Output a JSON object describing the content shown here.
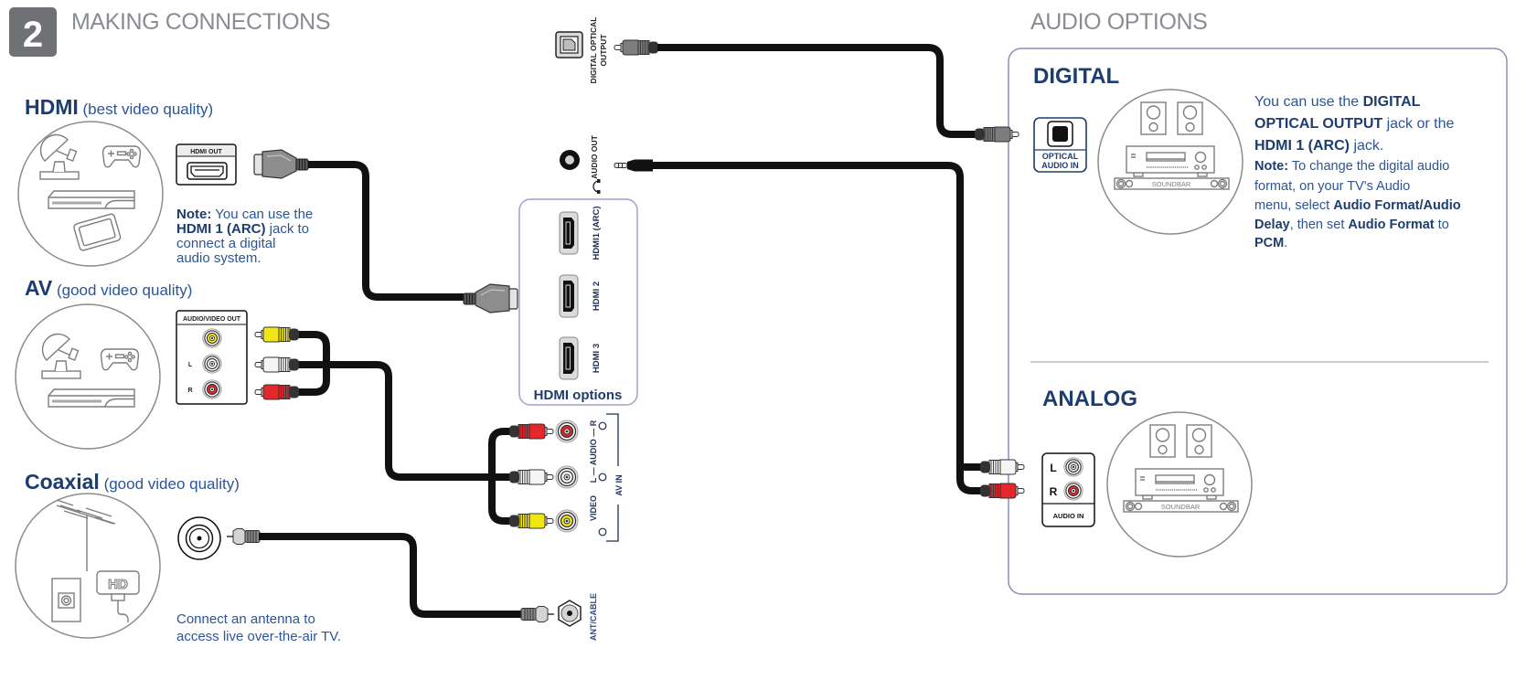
{
  "header": {
    "step_number": "2",
    "title": "MAKING CONNECTIONS"
  },
  "hdmi": {
    "title": "HDMI",
    "subtitle": "(best video quality)",
    "devices": [
      "satellite-receiver",
      "game-console",
      "media-player",
      "tablet"
    ],
    "port_label": "HDMI OUT",
    "note": [
      [
        {
          "text": "Note:",
          "bold": true
        },
        {
          "text": " You can use the",
          "bold": false
        }
      ],
      [
        {
          "text": "HDMI 1 (ARC)",
          "bold": true
        },
        {
          "text": " jack to",
          "bold": false
        }
      ],
      [
        {
          "text": "connect a digital",
          "bold": false
        }
      ],
      [
        {
          "text": "audio system.",
          "bold": false
        }
      ]
    ]
  },
  "av": {
    "title": "AV",
    "subtitle": "(good video quality)",
    "devices": [
      "satellite-receiver",
      "game-console",
      "media-player"
    ],
    "port_label": "AUDIO/VIDEO OUT",
    "jack_labels": {
      "left": "L",
      "right": "R"
    }
  },
  "coaxial": {
    "title": "Coaxial",
    "subtitle": "(good video quality)",
    "devices": [
      "outdoor-antenna",
      "wall-outlet",
      "hd-antenna"
    ],
    "hd_badge": "HD",
    "description": [
      "Connect an antenna to",
      "access live over-the-air TV."
    ]
  },
  "tv_panel": {
    "optical_label": [
      "DIGITAL OPTICAL",
      "OUTPUT"
    ],
    "audio_out_label": "AUDIO OUT",
    "hdmi_ports": [
      "HDMI1 (ARC)",
      "HDMI 2",
      "HDMI 3"
    ],
    "hdmi_options_caption": "HDMI options",
    "av_in": {
      "audio_label": "L — AUDIO — R",
      "video_label": "VIDEO",
      "group_label": "AV IN"
    },
    "ant_cable_label": "ANT/CABLE"
  },
  "audio_options": {
    "title": "AUDIO OPTIONS",
    "digital": {
      "title": "DIGITAL",
      "port_label": [
        "OPTICAL",
        "AUDIO IN"
      ],
      "device_label": "SOUNDBAR",
      "description": [
        [
          {
            "text": "You can use the ",
            "bold": false
          },
          {
            "text": "DIGITAL",
            "bold": true
          }
        ],
        [
          {
            "text": "OPTICAL OUTPUT",
            "bold": true
          },
          {
            "text": " jack or the",
            "bold": false
          }
        ],
        [
          {
            "text": "HDMI 1 (ARC)",
            "bold": true
          },
          {
            "text": " jack.",
            "bold": false
          }
        ],
        [
          {
            "text": "Note:",
            "bold": true
          },
          {
            "text": " To change the digital audio",
            "bold": false
          }
        ],
        [
          {
            "text": "format, on your TV's Audio",
            "bold": false
          }
        ],
        [
          {
            "text": "menu, select ",
            "bold": false
          },
          {
            "text": "Audio Format/Audio",
            "bold": true
          }
        ],
        [
          {
            "text": "Delay",
            "bold": true
          },
          {
            "text": ", then set ",
            "bold": false
          },
          {
            "text": "Audio Format",
            "bold": true
          },
          {
            "text": " to",
            "bold": false
          }
        ],
        [
          {
            "text": "PCM",
            "bold": true
          },
          {
            "text": ".",
            "bold": false
          }
        ]
      ]
    },
    "analog": {
      "title": "ANALOG",
      "port_label": "AUDIO IN",
      "jack_labels": {
        "left": "L",
        "right": "R"
      },
      "device_label": "SOUNDBAR"
    }
  },
  "colors": {
    "heading-blue": "#1c3d6e",
    "body-blue": "#2c5596",
    "title-gray": "#898c91",
    "step-badge": "#6f7175",
    "panel-border": "#8f8cb8",
    "hdmi-box-border": "#a3a1c9",
    "rca-red": "#e5262b",
    "rca-white": "#f5f5f5",
    "rca-yellow": "#f1e614",
    "optical-plug": "#7d7d7d"
  }
}
